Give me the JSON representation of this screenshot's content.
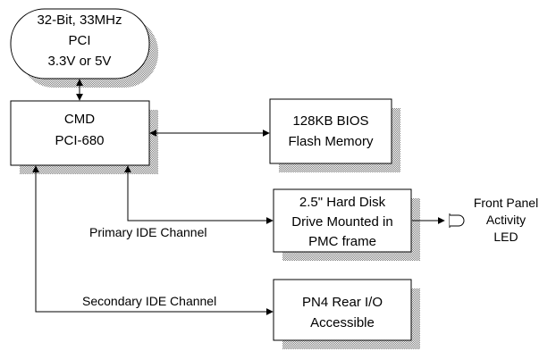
{
  "colors": {
    "line": "#000000",
    "box_fill": "#ffffff",
    "shadow_pattern": "#808080"
  },
  "pci_bus": {
    "line1": "32-Bit, 33MHz",
    "line2": "PCI",
    "line3": "3.3V or 5V"
  },
  "cmd": {
    "line1": "CMD",
    "line2": "PCI-680"
  },
  "bios": {
    "line1": "128KB BIOS",
    "line2": "Flash Memory"
  },
  "hdd": {
    "line1": "2.5\" Hard Disk",
    "line2": "Drive Mounted in",
    "line3": "PMC frame"
  },
  "pn4": {
    "line1": "PN4 Rear I/O",
    "line2": "Accessible"
  },
  "led": {
    "line1": "Front Panel",
    "line2": "Activity",
    "line3": "LED"
  },
  "channels": {
    "primary": "Primary IDE Channel",
    "secondary": "Secondary IDE Channel"
  },
  "icons": {
    "led_symbol": "led-icon"
  }
}
